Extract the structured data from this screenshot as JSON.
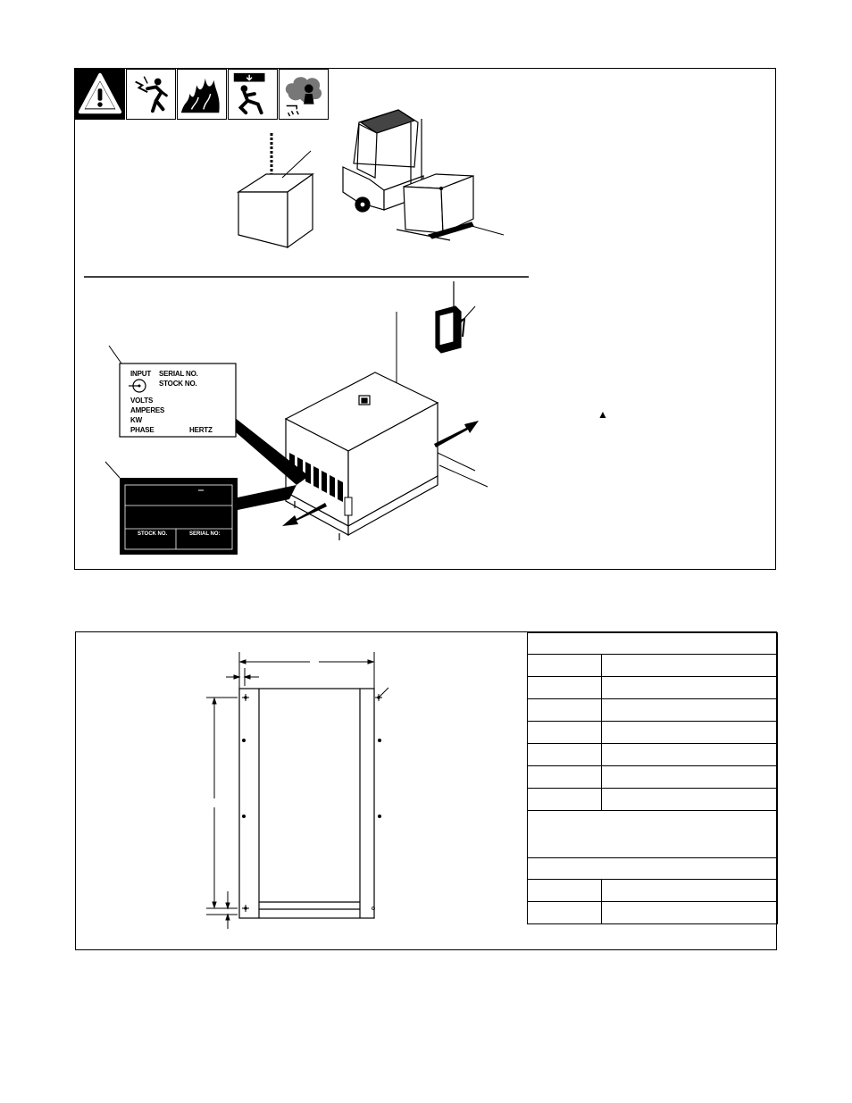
{
  "installation_panel": {
    "hazard_icons": [
      {
        "name": "warning-triangle-icon"
      },
      {
        "name": "electric-shock-icon"
      },
      {
        "name": "fire-hazard-icon"
      },
      {
        "name": "falling-equipment-icon"
      },
      {
        "name": "fumes-hazard-icon"
      }
    ],
    "rating_label": {
      "input": "INPUT",
      "serial_no": "SERIAL NO.",
      "stock_no": "STOCK NO.",
      "volts": "VOLTS",
      "amperes": "AMPERES",
      "kw": "KW",
      "phase": "PHASE",
      "hertz": "HERTZ"
    },
    "nameplate": {
      "stock_no": "STOCK NO.",
      "serial_no": "SERIAL NO:"
    },
    "triangle_note": "▲"
  },
  "dimensions_panel": {
    "table_rows": [
      {
        "type": "head",
        "key": "",
        "value": ""
      },
      {
        "type": "row",
        "key": "",
        "value": ""
      },
      {
        "type": "row",
        "key": "",
        "value": ""
      },
      {
        "type": "row",
        "key": "",
        "value": ""
      },
      {
        "type": "row",
        "key": "",
        "value": ""
      },
      {
        "type": "row",
        "key": "",
        "value": ""
      },
      {
        "type": "row",
        "key": "",
        "value": ""
      },
      {
        "type": "row",
        "key": "",
        "value": ""
      },
      {
        "type": "tall",
        "key": "",
        "value": ""
      },
      {
        "type": "head",
        "key": "",
        "value": ""
      },
      {
        "type": "row",
        "key": "",
        "value": ""
      },
      {
        "type": "row",
        "key": "",
        "value": ""
      }
    ]
  }
}
